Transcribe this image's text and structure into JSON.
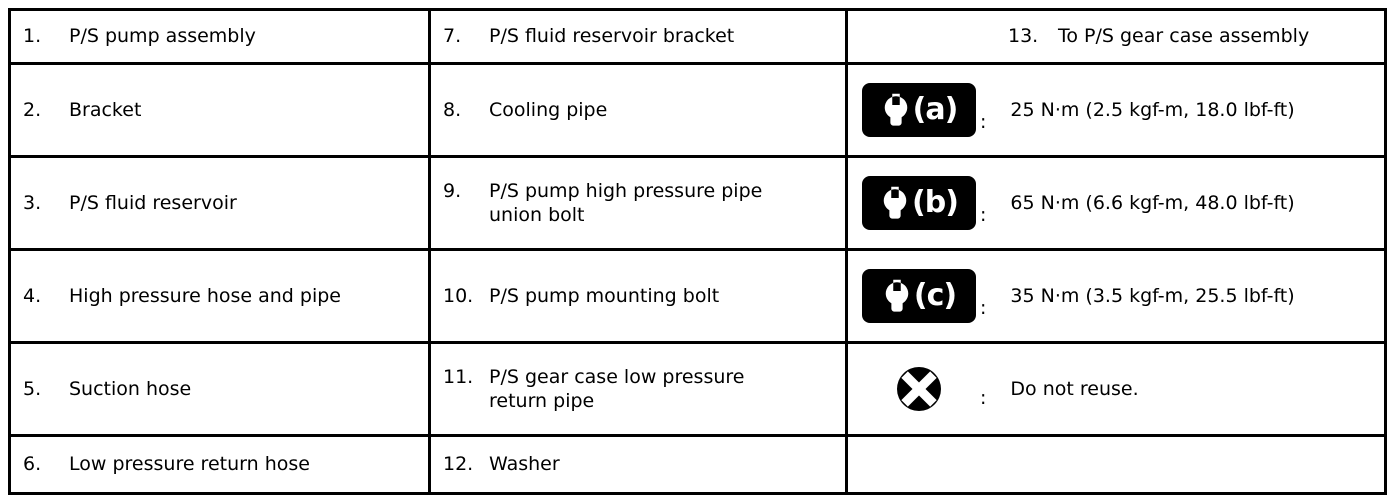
{
  "colors": {
    "background": "#ffffff",
    "border": "#000000",
    "icon_bg": "#000000",
    "icon_fg": "#ffffff"
  },
  "legend": {
    "column1": [
      {
        "num": "1.",
        "label": "P/S pump assembly"
      },
      {
        "num": "2.",
        "label": "Bracket"
      },
      {
        "num": "3.",
        "label": "P/S fluid reservoir"
      },
      {
        "num": "4.",
        "label": "High pressure hose and pipe"
      },
      {
        "num": "5.",
        "label": "Suction hose"
      },
      {
        "num": "6.",
        "label": "Low pressure return hose"
      }
    ],
    "column2": [
      {
        "num": "7.",
        "label": "P/S fluid reservoir bracket"
      },
      {
        "num": "8.",
        "label": "Cooling pipe"
      },
      {
        "num": "9.",
        "label": "P/S pump high pressure pipe union bolt"
      },
      {
        "num": "10.",
        "label": "P/S pump mounting bolt"
      },
      {
        "num": "11.",
        "label": "P/S gear case low pressure return pipe"
      },
      {
        "num": "12.",
        "label": "Washer"
      }
    ],
    "column3": {
      "row1": {
        "num": "13.",
        "label": "To P/S gear case assembly"
      },
      "torque_a": {
        "icon": "wrench-icon-a",
        "tag": "(a)",
        "colon": ":",
        "value": "25 N·m (2.5 kgf-m, 18.0 lbf-ft)"
      },
      "torque_b": {
        "icon": "wrench-icon-b",
        "tag": "(b)",
        "colon": ":",
        "value": "65 N·m (6.6 kgf-m, 48.0 lbf-ft)"
      },
      "torque_c": {
        "icon": "wrench-icon-c",
        "tag": "(c)",
        "colon": ":",
        "value": "35 N·m (3.5 kgf-m, 25.5 lbf-ft)"
      },
      "reuse": {
        "icon": "do-not-reuse-icon",
        "colon": ":",
        "label": "Do not reuse."
      }
    }
  }
}
